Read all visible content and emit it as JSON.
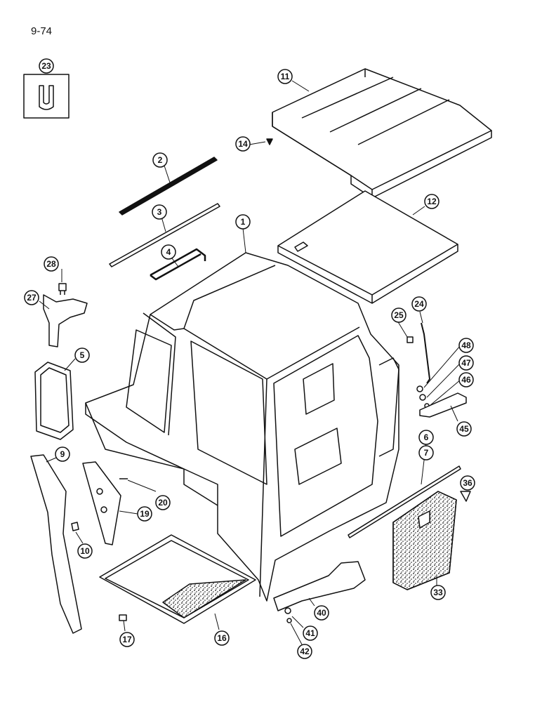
{
  "page_number": "9-74",
  "callouts": [
    "1",
    "2",
    "3",
    "4",
    "5",
    "6",
    "7",
    "9",
    "10",
    "11",
    "12",
    "14",
    "16",
    "17",
    "19",
    "20",
    "23",
    "24",
    "25",
    "27",
    "28",
    "33",
    "36",
    "40",
    "41",
    "42",
    "45",
    "46",
    "47",
    "48"
  ]
}
